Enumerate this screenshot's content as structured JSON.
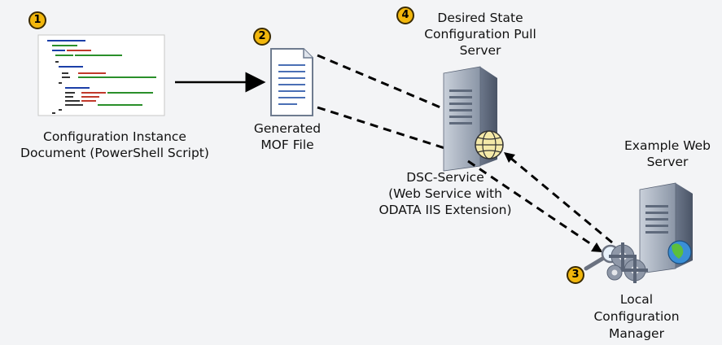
{
  "badges": {
    "b1": "1",
    "b2": "2",
    "b3": "3",
    "b4": "4"
  },
  "labels": {
    "config_doc_line1": "Configuration Instance",
    "config_doc_line2": "Document (PowerShell Script)",
    "mof_line1": "Generated",
    "mof_line2": "MOF File",
    "pull_line1": "Desired State",
    "pull_line2": "Configuration Pull",
    "pull_line3": "Server",
    "dsc_line1": "DSC-Service",
    "dsc_line2": "(Web Service with",
    "dsc_line3": "ODATA IIS Extension)",
    "web_line1": "Example Web",
    "web_line2": "Server",
    "lcm_line1": "Local",
    "lcm_line2": "Configuration",
    "lcm_line3": "Manager"
  },
  "colors": {
    "badge": "#f2b70c",
    "background": "#f3f4f6",
    "server": "#8e9aad"
  }
}
